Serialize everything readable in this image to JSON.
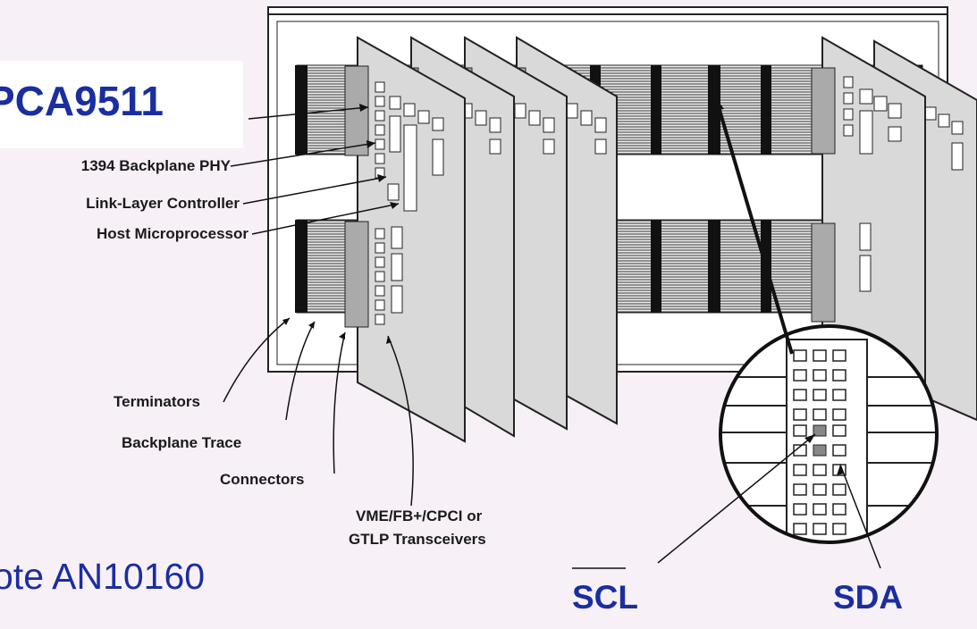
{
  "diagram": {
    "chip_name": "PCA9511",
    "note": "ote AN10160",
    "labels": {
      "backplane_phy": "1394 Backplane PHY",
      "link_layer": "Link-Layer Controller",
      "host_micro": "Host Microprocessor",
      "terminators": "Terminators",
      "backplane_trace": "Backplane Trace",
      "connectors": "Connectors",
      "transceivers_line1": "VME/FB+/CPCI or",
      "transceivers_line2": "GTLP Transceivers"
    },
    "signals": {
      "scl": "SCL",
      "sda": "SDA"
    }
  }
}
